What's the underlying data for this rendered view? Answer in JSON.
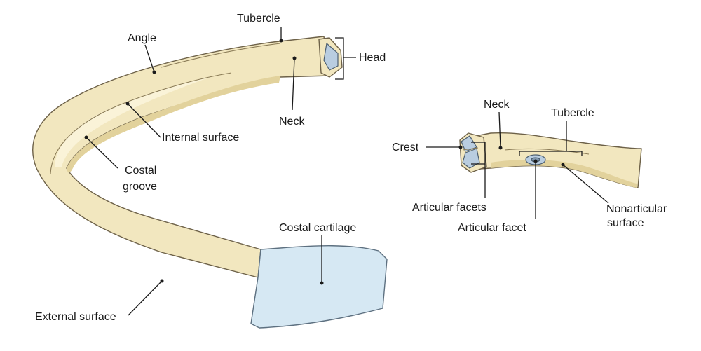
{
  "labels": {
    "tubercle_left": "Tubercle",
    "angle": "Angle",
    "head": "Head",
    "neck_left": "Neck",
    "internal_surface": "Internal surface",
    "costal_groove_line1": "Costal",
    "costal_groove_line2": "groove",
    "costal_cartilage": "Costal cartilage",
    "external_surface": "External surface",
    "neck_right": "Neck",
    "tubercle_right": "Tubercle",
    "crest": "Crest",
    "articular_facets": "Articular facets",
    "articular_facet": "Articular facet",
    "nonarticular_line1": "Nonarticular",
    "nonarticular_line2": "surface"
  },
  "colors": {
    "bone": "#f2e7bf",
    "bone_outline": "#6d6148",
    "cartilage": "#d6e8f3",
    "facet": "#b9cde0",
    "label_text": "#1a1a1a"
  }
}
